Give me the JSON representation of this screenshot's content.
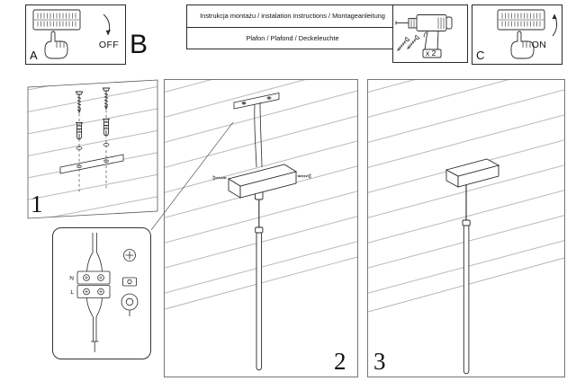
{
  "meta": {
    "sheet_bg": "#ffffff",
    "ink_color": "#2a2a2a",
    "plank_line_color": "#9b9b9b"
  },
  "header": {
    "title_line1": "Instrukcja montażu / instalation instructions / Montageanleitung",
    "title_line2": "Plafon / Plafond / Deckeleuchte"
  },
  "power_steps": {
    "step_a": {
      "label": "A",
      "action": "OFF"
    },
    "step_b": {
      "label": "B"
    },
    "step_c": {
      "label": "C",
      "action": "ON"
    }
  },
  "tools": {
    "screws_quantity": "x 2"
  },
  "assembly_steps": {
    "step_1": "1",
    "step_2": "2",
    "step_3": "3"
  },
  "wiring_detail": {
    "neutral_label": "N",
    "live_label": "L"
  }
}
